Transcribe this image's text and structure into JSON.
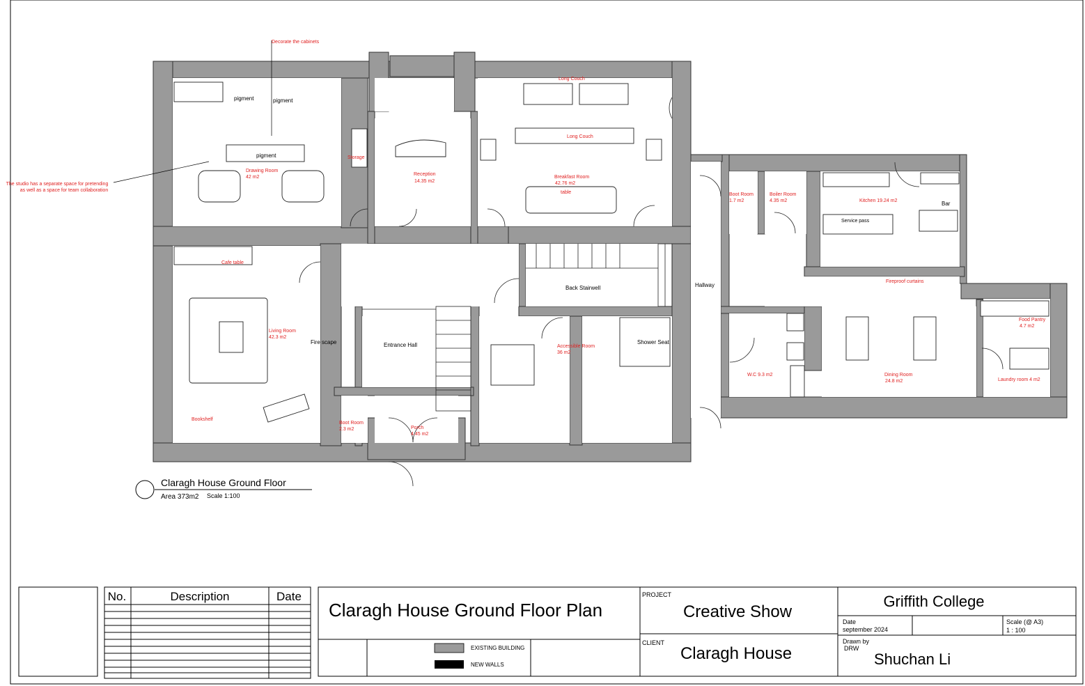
{
  "title_block": {
    "drawing_title": "Claragh House Ground Floor Plan",
    "project_label": "PROJECT",
    "project": "Creative Show",
    "client_label": "CLIENT",
    "client": "Claragh House",
    "institution": "Griffith College",
    "date_label": "Date",
    "date": "september 2024",
    "scale_label": "Scale (@ A3)",
    "scale": "1 : 100",
    "drawn_by_label": "Drawn by",
    "drw_label": "DRW",
    "drawn_by": "Shuchan Li",
    "revision_headers": {
      "no": "No.",
      "description": "Description",
      "date": "Date"
    },
    "legend": {
      "existing": "EXISTING BUILDING",
      "new": "NEW WALLS"
    }
  },
  "plan_caption": {
    "title": "Claragh House Ground Floor",
    "area": "Area 373m2",
    "scale": "Scale 1:100"
  },
  "notes": {
    "cabinets": "Decorate the cabinets",
    "studio_line1": "The studio has a separate space for pretending",
    "studio_line2": "as well as a space for team collaboration"
  },
  "rooms": {
    "drawing_room": "Drawing Room",
    "drawing_room_area": "42 m2",
    "pigment": "pigment",
    "storage": "Storage",
    "reception": "Reception",
    "reception_area": "14.35 m2",
    "breakfast_room": "Breakfast Room",
    "breakfast_room_area": "42.76 m2",
    "long_couch": "Long Couch",
    "table": "table",
    "boot_room_1": "Boot Room",
    "boot_room_1_area": "1.7 m2",
    "boiler_room": "Boiler Room",
    "boiler_room_area": "4.35 m2",
    "kitchen": "Kitchen 19.24 m2",
    "bar": "Bar",
    "service_pass": "Service pass",
    "fireproof_curtains": "Fireproof curtains",
    "cafe_table": "Cafe table",
    "living_room": "Living Room",
    "living_room_area": "42.3 m2",
    "fire_scape": "Fire scape",
    "bookshelf": "Bookshelf",
    "entrance_hall": "Entrance Hall",
    "back_stairwell": "Back Stairwell",
    "hallway": "Hallway",
    "accessible_room": "Accessible Room",
    "accessible_room_area": "36 m2",
    "shower_seat": "Shower Seat",
    "boot_room_2": "Boot Room",
    "boot_room_2_area": "2.3 m2",
    "porch": "Porch",
    "porch_area": "4.45 m2",
    "wc": "W.C 9.3 m2",
    "dining_room": "Dining Room",
    "dining_room_area": "24.8 m2",
    "food_pantry": "Food Pantry",
    "food_pantry_area": "4.7 m2",
    "laundry_room": "Laundry room 4 m2"
  },
  "colors": {
    "existing_wall": "#9a9a9a",
    "new_wall": "#000000",
    "annotation": "#e02020"
  }
}
